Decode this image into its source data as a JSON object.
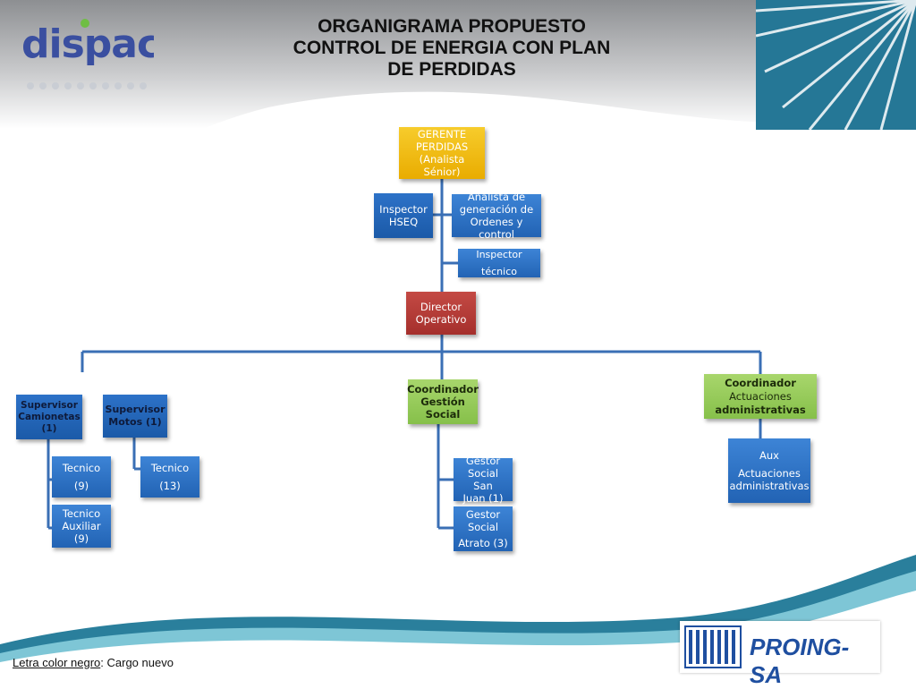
{
  "title": {
    "line1": "ORGANIGRAMA PROPUESTO",
    "line2": "CONTROL DE ENERGIA CON PLAN",
    "line3": "DE PERDIDAS"
  },
  "logos": {
    "dispac": "dispac",
    "proing": "PROING-SA"
  },
  "nodes": {
    "gerente": [
      "GERENTE",
      "PERDIDAS",
      "(Analista Sénior)"
    ],
    "inspector_hseq": [
      "Inspector",
      "HSEQ"
    ],
    "analista": [
      "Analista de",
      "generación de",
      "Ordenes y control"
    ],
    "inspector_tecnico": [
      "Inspector",
      "técnico"
    ],
    "director": [
      "Director",
      "Operativo"
    ],
    "sup_camionetas": [
      "Supervisor",
      "Camionetas",
      "(1)"
    ],
    "sup_motos": [
      "Supervisor",
      "Motos (1)"
    ],
    "coord_gestion": [
      "Coordinador",
      "Gestión",
      "Social"
    ],
    "coord_actuaciones": [
      "Coordinador",
      "Actuaciones",
      "administrativas"
    ],
    "tecnico_9": [
      "Tecnico",
      "(9)"
    ],
    "tecnico_auxiliar": [
      "Tecnico",
      "Auxiliar",
      "(9)"
    ],
    "tecnico_13": [
      "Tecnico",
      "(13)"
    ],
    "gestor_sanjuan": [
      "Gestor",
      "Social San",
      "Juan  (1)"
    ],
    "gestor_atrato": [
      "Gestor",
      "Social",
      "Atrato (3)"
    ],
    "aux": [
      "Aux",
      "Actuaciones",
      "administrativas"
    ]
  },
  "footnote": {
    "label": "Letra color negro",
    "text": ": Cargo nuevo"
  },
  "colors": {
    "gold": "#f2bd12",
    "blue": "#2465b8",
    "red": "#b53b37",
    "green": "#92c957",
    "connector": "#3a6fb5"
  }
}
